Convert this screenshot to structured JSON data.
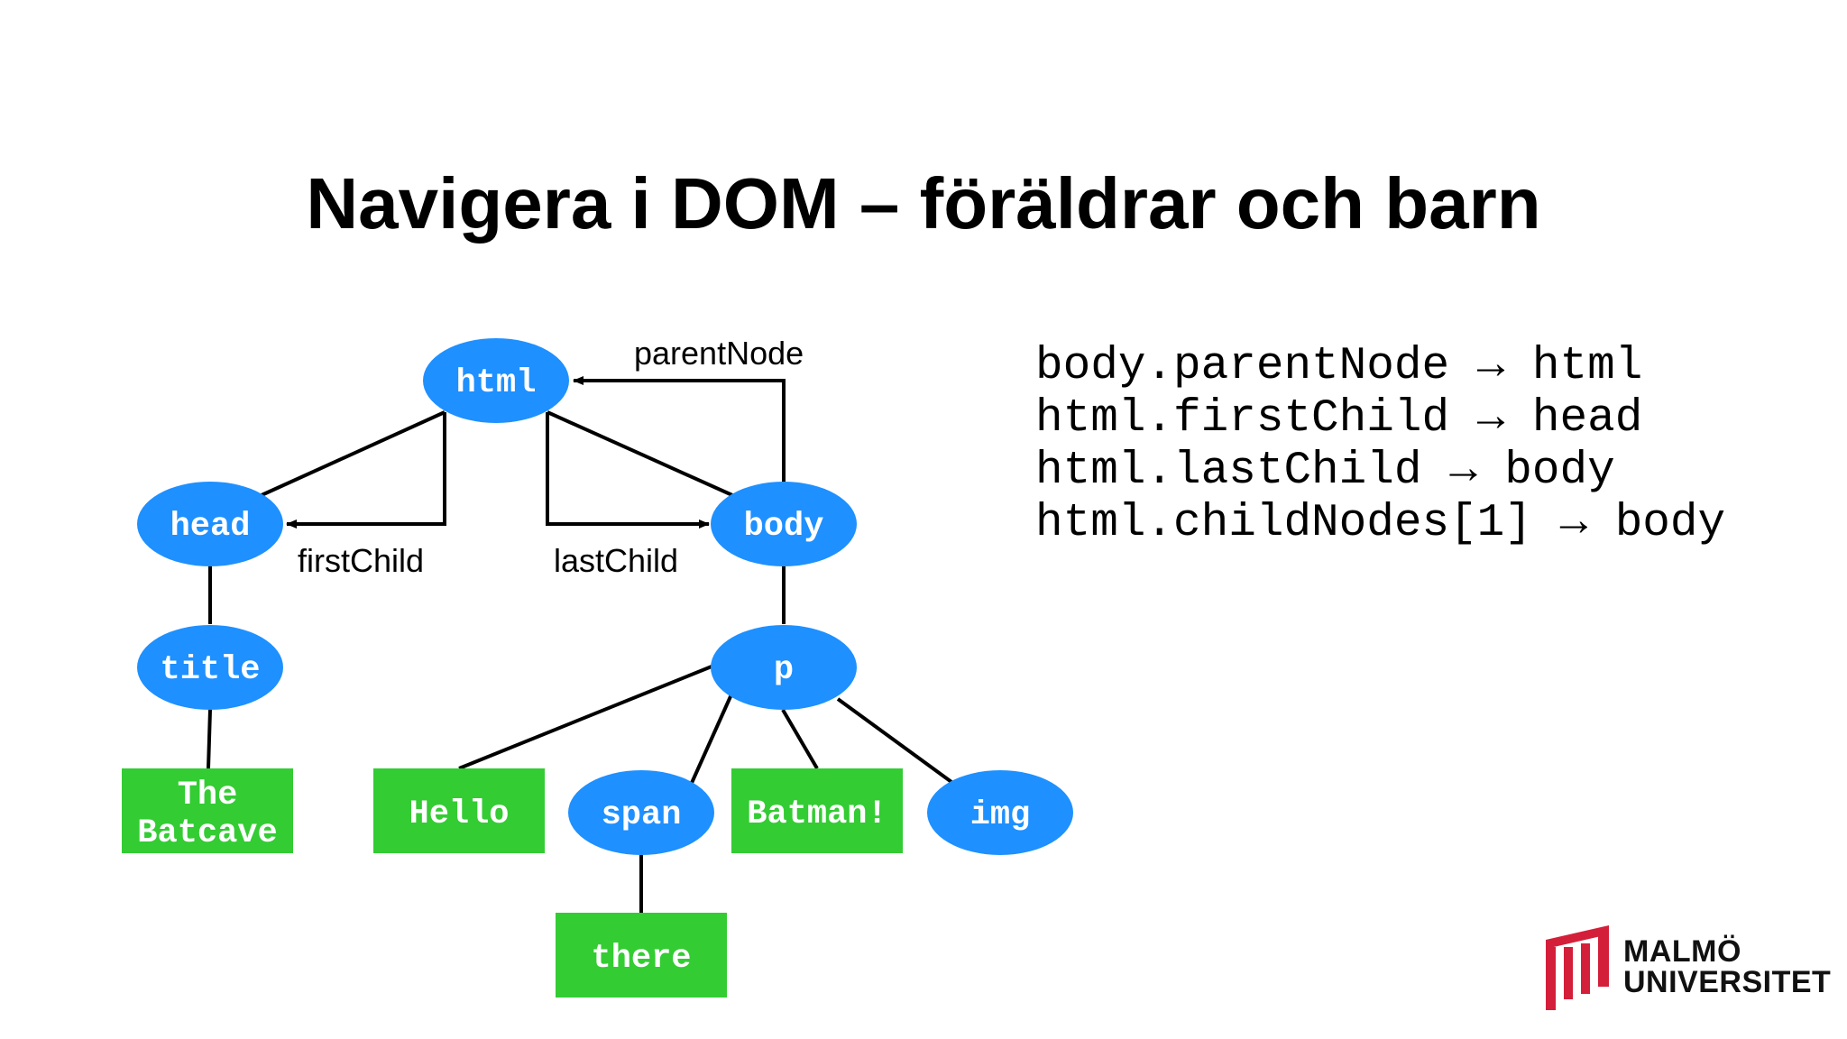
{
  "slide": {
    "title": "Navigera i DOM – föräldrar och barn"
  },
  "diagram": {
    "nodes": [
      {
        "id": "html",
        "label": "html",
        "kind": "element"
      },
      {
        "id": "head",
        "label": "head",
        "kind": "element"
      },
      {
        "id": "body",
        "label": "body",
        "kind": "element"
      },
      {
        "id": "title",
        "label": "title",
        "kind": "element"
      },
      {
        "id": "p",
        "label": "p",
        "kind": "element"
      },
      {
        "id": "span",
        "label": "span",
        "kind": "element"
      },
      {
        "id": "img",
        "label": "img",
        "kind": "element"
      },
      {
        "id": "batcave",
        "label_line1": "The",
        "label_line2": "Batcave",
        "kind": "text"
      },
      {
        "id": "hello",
        "label": "Hello",
        "kind": "text"
      },
      {
        "id": "batman",
        "label": "Batman!",
        "kind": "text"
      },
      {
        "id": "there",
        "label": "there",
        "kind": "text"
      }
    ],
    "edges": [
      [
        "html",
        "head"
      ],
      [
        "html",
        "body"
      ],
      [
        "head",
        "title"
      ],
      [
        "title",
        "batcave"
      ],
      [
        "body",
        "p"
      ],
      [
        "p",
        "hello"
      ],
      [
        "p",
        "span"
      ],
      [
        "p",
        "batman"
      ],
      [
        "p",
        "img"
      ],
      [
        "span",
        "there"
      ]
    ],
    "arrows": [
      {
        "from": "body",
        "to": "html",
        "label": "parentNode"
      },
      {
        "from": "html",
        "to": "head",
        "label": "firstChild"
      },
      {
        "from": "html",
        "to": "body",
        "label": "lastChild"
      }
    ],
    "colors": {
      "element": "#1e90ff",
      "text": "#33cc33",
      "line": "#000000"
    }
  },
  "code": {
    "lines": [
      "body.parentNode → html",
      "html.firstChild → head",
      "html.lastChild → body",
      "html.childNodes[1] → body"
    ]
  },
  "logo": {
    "line1": "MALMÖ",
    "line2": "UNIVERSITET",
    "color": "#d41f3a"
  }
}
